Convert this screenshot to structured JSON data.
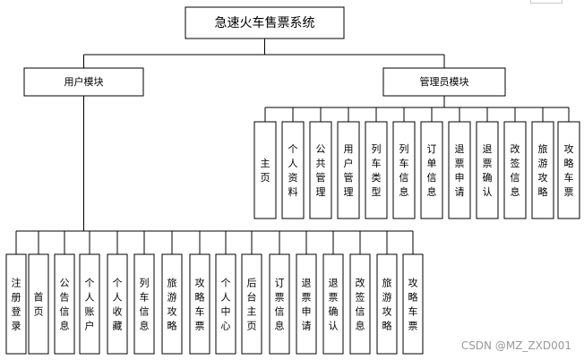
{
  "root": {
    "label": "急速火车售票系统"
  },
  "user_module": {
    "label": "用户模块",
    "children": [
      "注册登录",
      "首页",
      "公告信息",
      "个人账户",
      "个人收藏",
      "列车信息",
      "旅游攻略",
      "攻略车票",
      "个人中心",
      "后台主页",
      "订票信息",
      "退票申请",
      "退票确认",
      "改签信息",
      "旅游攻略",
      "攻略车票"
    ]
  },
  "admin_module": {
    "label": "管理员模块",
    "children": [
      "主页",
      "个人资料",
      "公共管理",
      "用户管理",
      "列车类型",
      "列车信息",
      "订单信息",
      "退票申请",
      "退票确认",
      "改签信息",
      "旅游攻略",
      "攻略车票"
    ]
  },
  "watermark": "CSDN @MZ_ZXD001"
}
